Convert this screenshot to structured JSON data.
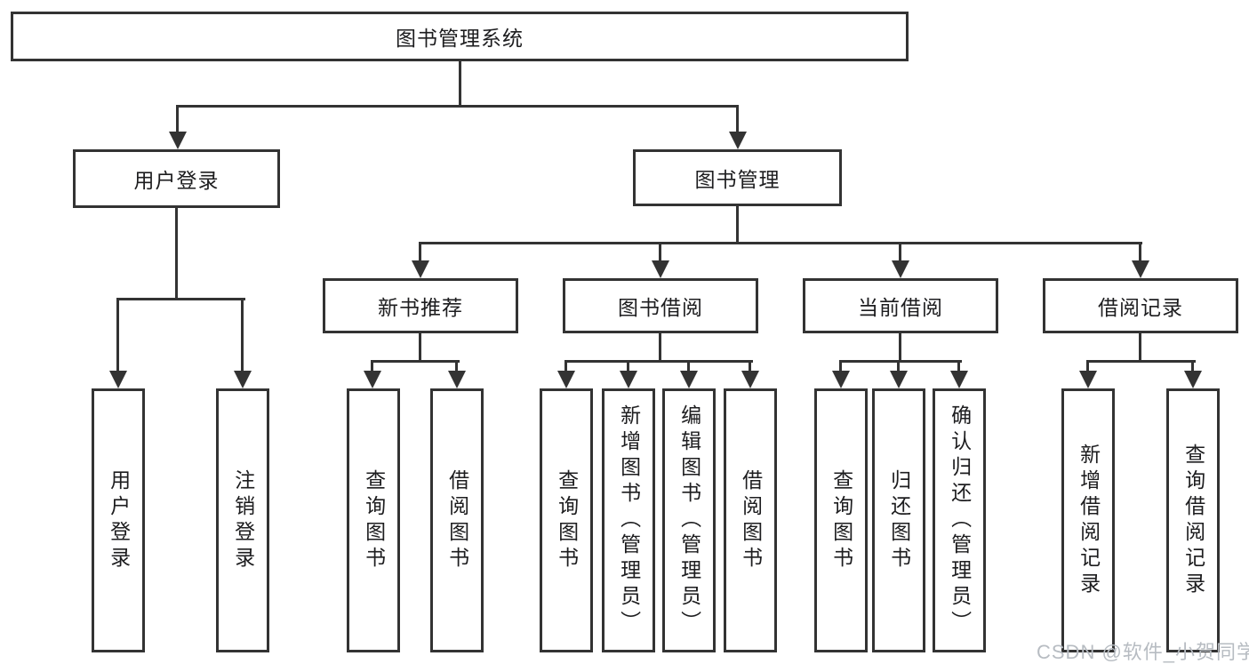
{
  "tree": {
    "root": {
      "label": "图书管理系统"
    },
    "level2": [
      {
        "label": "用户登录"
      },
      {
        "label": "图书管理"
      }
    ],
    "level3": [
      {
        "label": "新书推荐"
      },
      {
        "label": "图书借阅"
      },
      {
        "label": "当前借阅"
      },
      {
        "label": "借阅记录"
      }
    ],
    "leaves": {
      "user_login": [
        {
          "label": "用户登录"
        },
        {
          "label": "注销登录"
        }
      ],
      "new_book_recommend": [
        {
          "label": "查询图书"
        },
        {
          "label": "借阅图书"
        }
      ],
      "book_borrow": [
        {
          "label": "查询图书"
        },
        {
          "label": "新增图书（管理员）"
        },
        {
          "label": "编辑图书（管理员）"
        },
        {
          "label": "借阅图书"
        }
      ],
      "current_borrow": [
        {
          "label": "查询图书"
        },
        {
          "label": "归还图书"
        },
        {
          "label": "确认归还（管理员）"
        }
      ],
      "borrow_records": [
        {
          "label": "新增借阅记录"
        },
        {
          "label": "查询借阅记录"
        }
      ]
    }
  },
  "watermark": {
    "text": "CSDN @软件_小贺同学"
  },
  "colors": {
    "line": "#333333",
    "box_background": "#ffffff",
    "text": "#1d1d1f",
    "watermark": "#b7bcc2"
  }
}
